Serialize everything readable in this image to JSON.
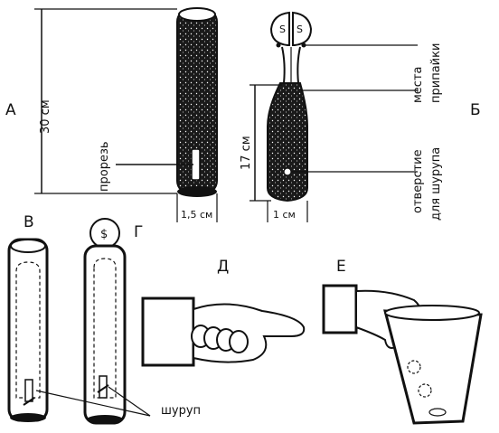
{
  "labels": {
    "A": "А",
    "B": "Б",
    "V": "В",
    "G": "Г",
    "D": "Д",
    "E": "Е"
  },
  "dimensions": {
    "total_length": "30 см",
    "lower_length": "17 см",
    "diameter_a": "1,5 см",
    "diameter_b": "1 см"
  },
  "callouts": {
    "slot": "прорезь",
    "solder_line1": "места",
    "solder_line2": "припайки",
    "screw_hole_line1": "отверстие",
    "screw_hole_line2": "для шурупа",
    "screw": "шуруп"
  },
  "colors": {
    "ink": "#111111",
    "paper": "#ffffff"
  }
}
